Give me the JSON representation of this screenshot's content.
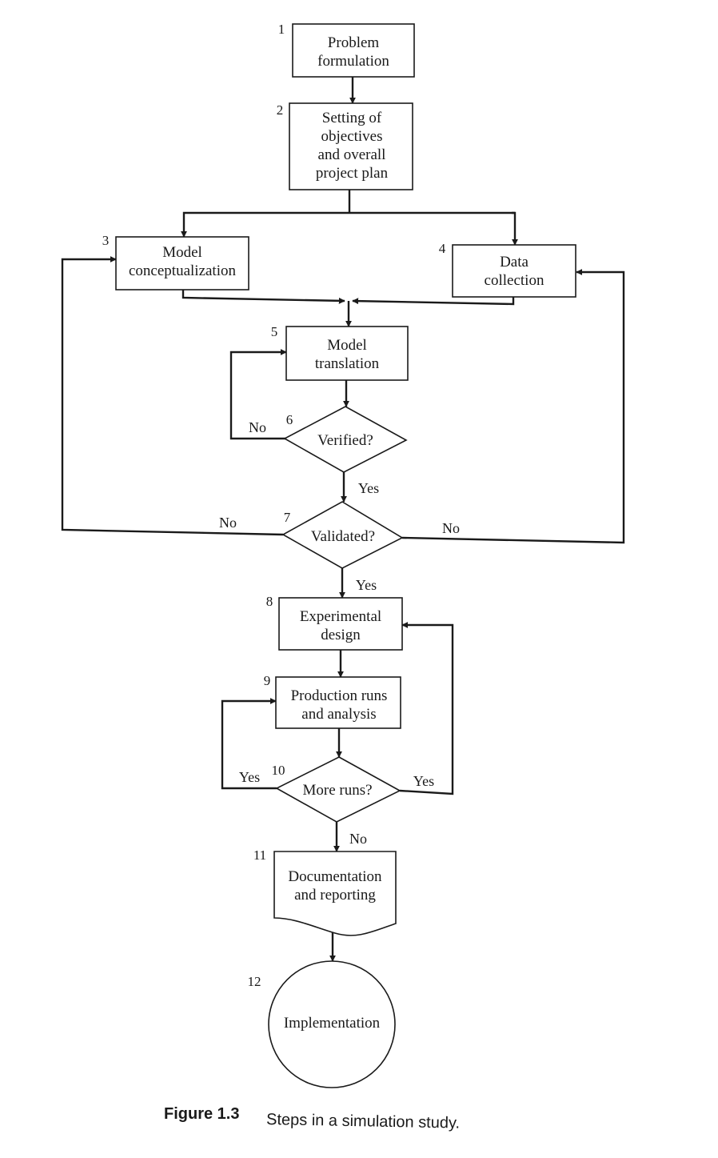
{
  "steps": [
    {
      "num": "1",
      "lines": [
        "Problem",
        "formulation"
      ]
    },
    {
      "num": "2",
      "lines": [
        "Setting of",
        "objectives",
        "and overall",
        "project plan"
      ]
    },
    {
      "num": "3",
      "lines": [
        "Model",
        "conceptualization"
      ]
    },
    {
      "num": "4",
      "lines": [
        "Data",
        "collection"
      ]
    },
    {
      "num": "5",
      "lines": [
        "Model",
        "translation"
      ]
    },
    {
      "num": "6",
      "lines": [
        "Verified?"
      ]
    },
    {
      "num": "7",
      "lines": [
        "Validated?"
      ]
    },
    {
      "num": "8",
      "lines": [
        "Experimental",
        "design"
      ]
    },
    {
      "num": "9",
      "lines": [
        "Production runs",
        "and analysis"
      ]
    },
    {
      "num": "10",
      "lines": [
        "More runs?"
      ]
    },
    {
      "num": "11",
      "lines": [
        "Documentation",
        "and reporting"
      ]
    },
    {
      "num": "12",
      "lines": [
        "Implementation"
      ]
    }
  ],
  "edge_labels": {
    "verified_no": "No",
    "verified_yes": "Yes",
    "validated_no_left": "No",
    "validated_no_right": "No",
    "validated_yes": "Yes",
    "more_runs_yes_left": "Yes",
    "more_runs_yes_right": "Yes",
    "more_runs_no": "No"
  },
  "caption": {
    "label": "Figure 1.3",
    "text": "Steps in a simulation study."
  }
}
